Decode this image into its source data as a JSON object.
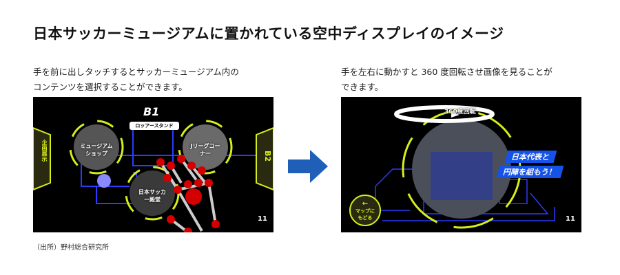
{
  "title": "日本サッカーミュージアムに置かれている空中ディスプレイのイメージ",
  "left": {
    "caption_line1": "手を前に出しタッチするとサッカーミュージアム内の",
    "caption_line2": "コンテンツを選択することができます。",
    "screen": {
      "floor": "B1",
      "area": "ロッアースタンド",
      "left_tab": "企画展示",
      "right_tab": "B2",
      "spots": [
        "ミュージアムショップ",
        "Jリーグコーナー",
        "日本サッカー殿堂"
      ]
    }
  },
  "right": {
    "caption_line1": "手を左右に動かすと 360 度回転させ画像を見ることが",
    "caption_line2": "できます。",
    "screen": {
      "rotate_label": "360度回転",
      "banner_line1": "日本代表と",
      "banner_line2": "円陣を組もう！",
      "back_button": "マップにもどる"
    }
  },
  "source": "（出所）野村総合研究所",
  "colors": {
    "accent": "#d7ee1a",
    "blue": "#1f5fb8",
    "hand": "#d40000",
    "map": "#2b3bff"
  }
}
